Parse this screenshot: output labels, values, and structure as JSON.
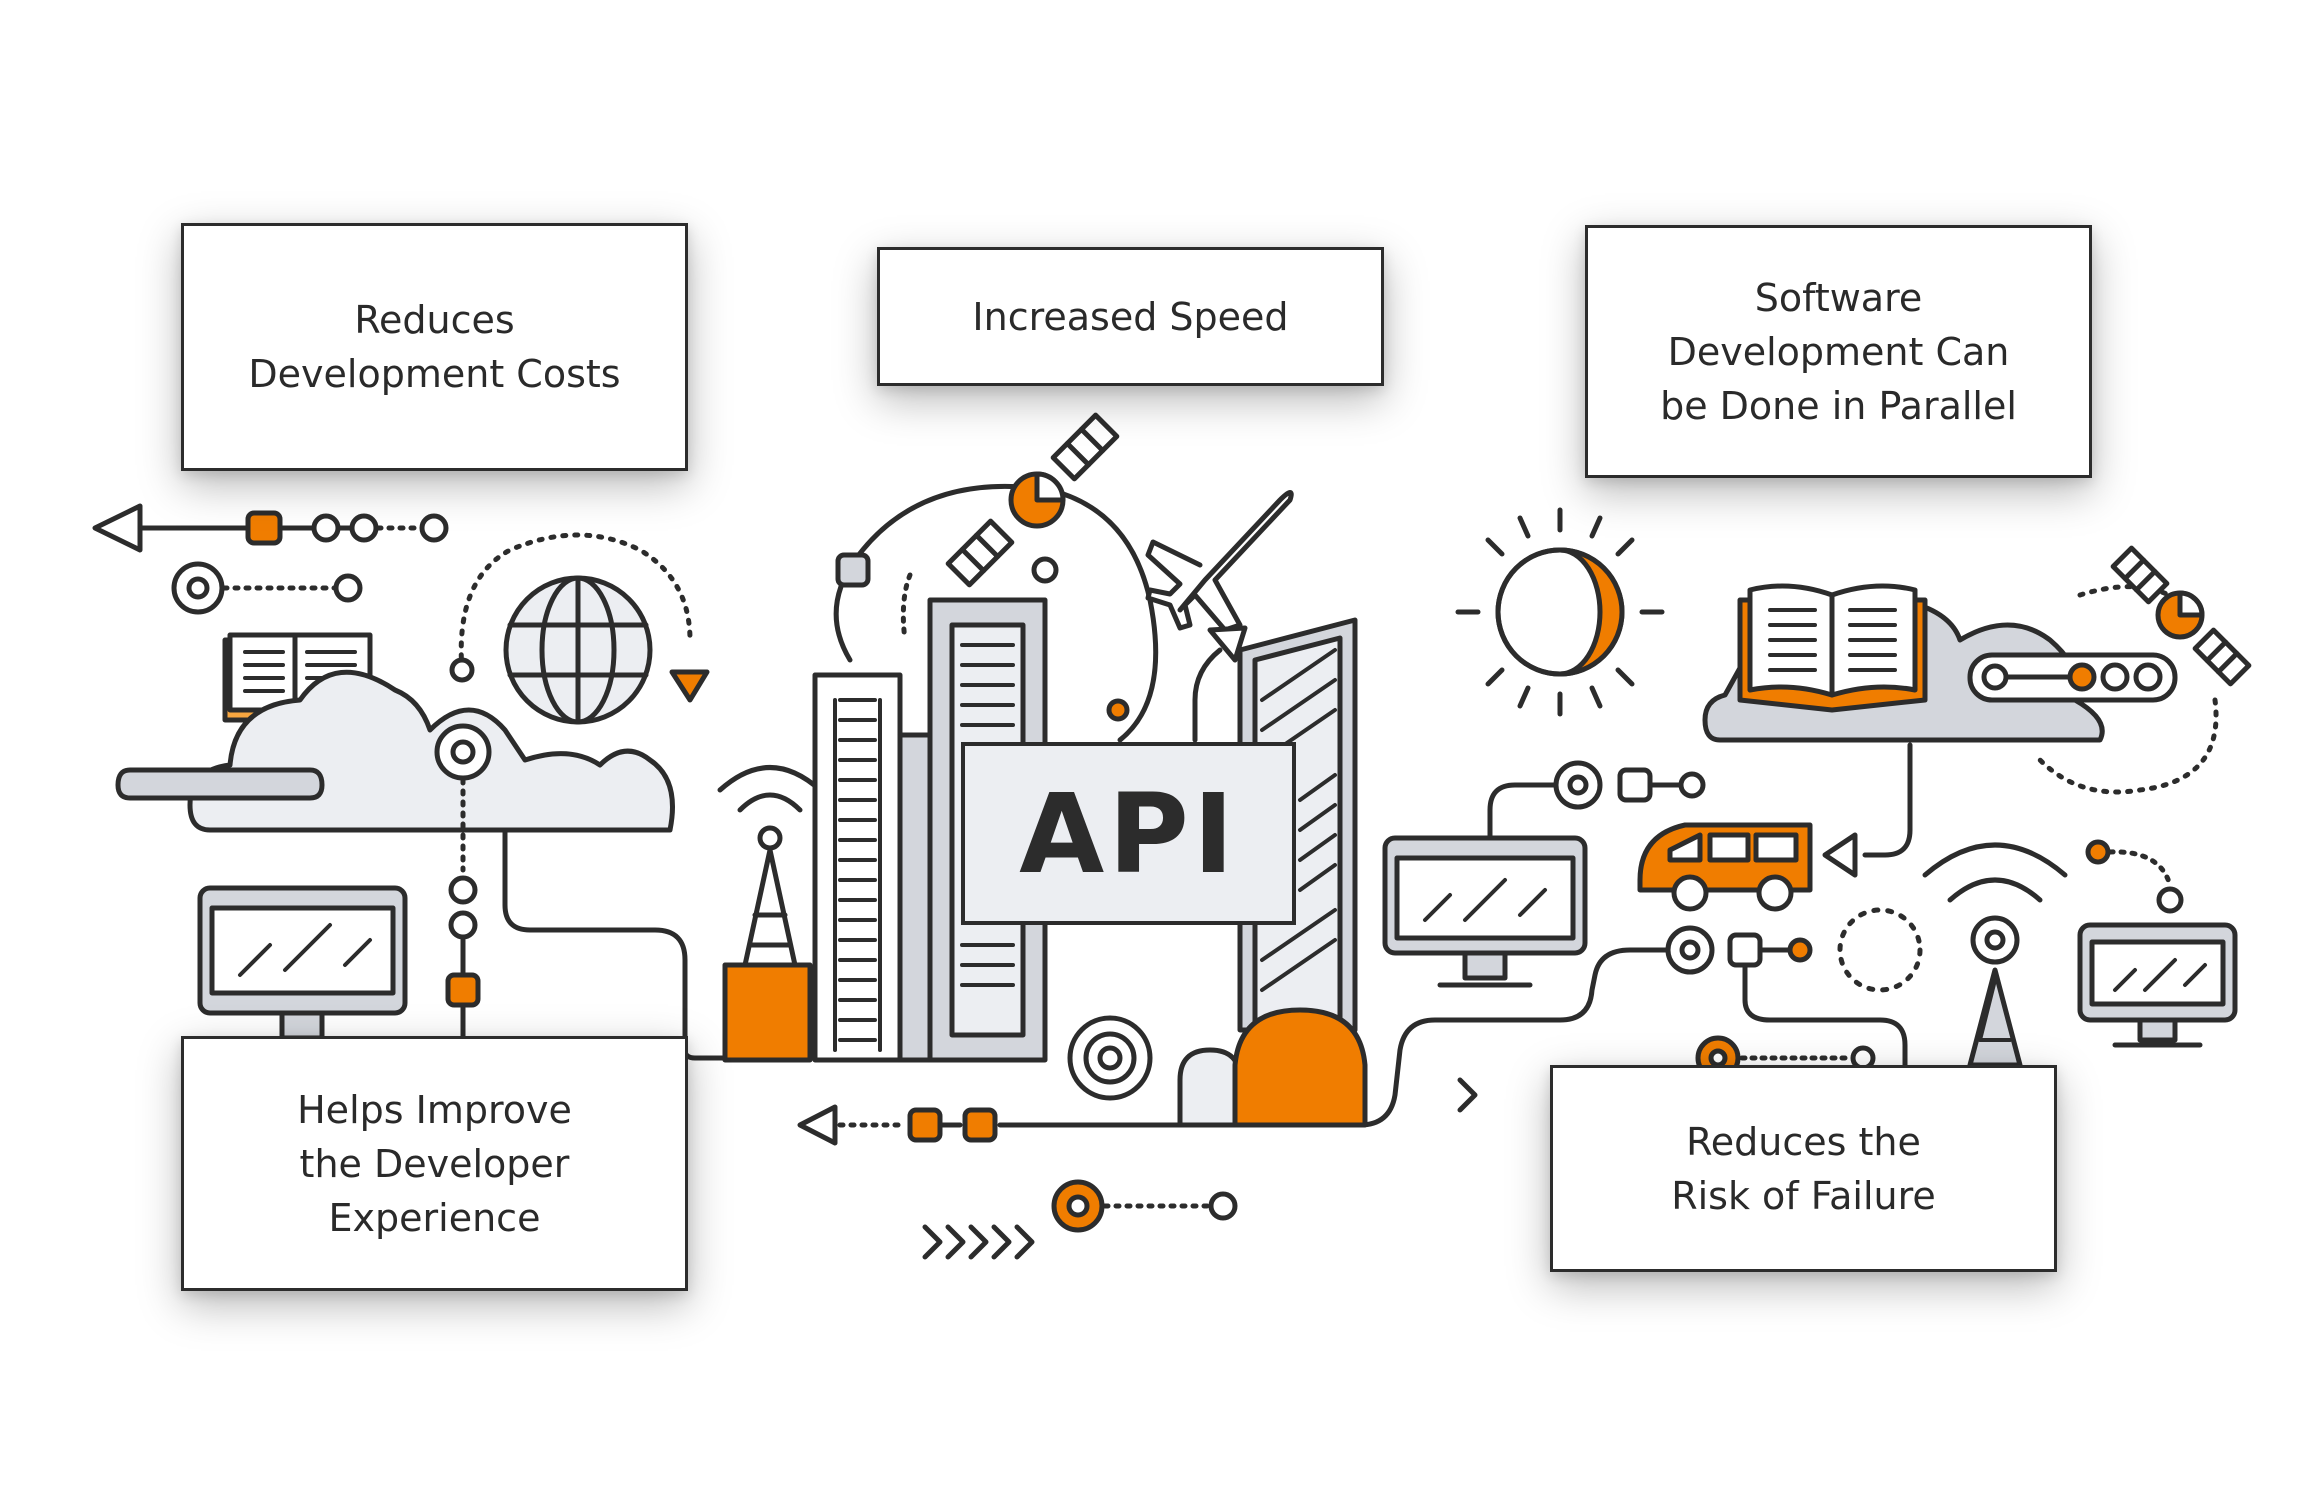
{
  "center": {
    "label": "API"
  },
  "benefits": {
    "top_left": [
      "Reduces",
      "Development Costs"
    ],
    "top_center": [
      "Increased Speed"
    ],
    "top_right": [
      "Software",
      "Development Can",
      "be Done in Parallel"
    ],
    "bottom_left": [
      "Helps Improve",
      "the Developer",
      "Experience"
    ],
    "bottom_right": [
      "Reduces the",
      "Risk of Failure"
    ]
  },
  "colors": {
    "accent": "#f07d00",
    "accent_light": "#f7a640",
    "outline": "#2c2c2c",
    "fill_gray": "#d3d6dc",
    "fill_light": "#eceef2"
  }
}
